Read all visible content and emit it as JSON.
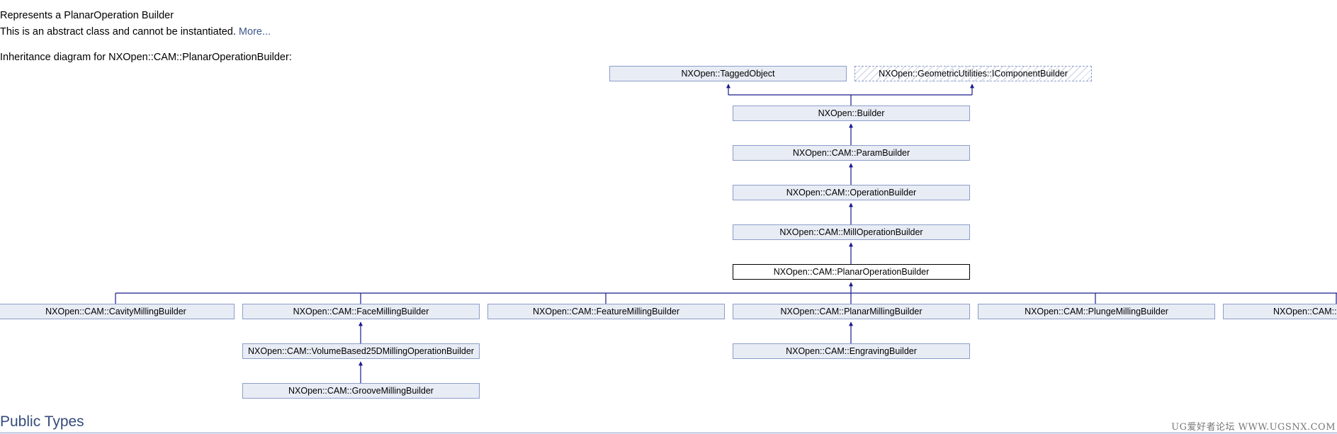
{
  "header": {
    "brief": "Represents a PlanarOperation Builder",
    "detail_text": "This is an abstract class and cannot be instantiated. ",
    "more_link": "More...",
    "diagram_caption": "Inheritance diagram for NXOpen::CAM::PlanarOperationBuilder:"
  },
  "diagram": {
    "tagged_object": "NXOpen::TaggedObject",
    "icomponent_builder": "NXOpen::GeometricUtilities::IComponentBuilder",
    "builder": "NXOpen::Builder",
    "param_builder": "NXOpen::CAM::ParamBuilder",
    "operation_builder": "NXOpen::CAM::OperationBuilder",
    "mill_operation_builder": "NXOpen::CAM::MillOperationBuilder",
    "planar_operation_builder": "NXOpen::CAM::PlanarOperationBuilder",
    "cavity_milling_builder": "NXOpen::CAM::CavityMillingBuilder",
    "face_milling_builder": "NXOpen::CAM::FaceMillingBuilder",
    "feature_milling_builder": "NXOpen::CAM::FeatureMillingBuilder",
    "planar_milling_builder": "NXOpen::CAM::PlanarMillingBuilder",
    "plunge_milling_builder": "NXOpen::CAM::PlungeMillingBuilder",
    "truncated_builder": "NXOpen::CAM::",
    "volume_based_builder": "NXOpen::CAM::VolumeBased25DMillingOperationBuilder",
    "engraving_builder": "NXOpen::CAM::EngravingBuilder",
    "groove_milling_builder": "NXOpen::CAM::GrooveMillingBuilder"
  },
  "sections": {
    "public_types": "Public Types"
  },
  "watermark": "UG爱好者论坛 WWW.UGSNX.COM",
  "colors": {
    "box_fill": "#e8ecf5",
    "box_border": "#8b9dc8",
    "wire": "#1a1a8c",
    "link": "#3d578c",
    "section_title": "#354c7b"
  }
}
